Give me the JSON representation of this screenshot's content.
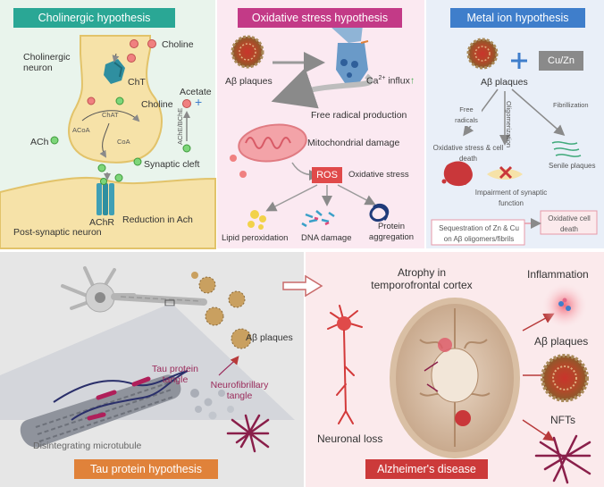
{
  "colors": {
    "cholinergic_bg": "#e9f4ec",
    "cholinergic_title": "#2aa795",
    "oxidative_bg": "#fbe9f1",
    "oxidative_title": "#c33a87",
    "metal_bg": "#e9eff8",
    "metal_title": "#3f7ecb",
    "tau_bg": "#e6e6e6",
    "tau_title": "#e0823a",
    "ad_bg": "#fbeaec",
    "ad_title": "#cc3a3a"
  },
  "cholinergic": {
    "title": "Cholinergic hypothesis",
    "neuron": "Cholinergic neuron",
    "choline_top": "Choline",
    "cht": "ChT",
    "choline_mid": "Choline",
    "acetate": "Acetate",
    "chat": "ChAT",
    "acoa": "ACoA",
    "coa": "CoA",
    "ache": "AChE/BChE",
    "ach": "ACh",
    "cleft": "Synaptic cleft",
    "achr": "AChR",
    "reduction": "Reduction in Ach",
    "post": "Post-synaptic neuron"
  },
  "oxidative": {
    "title": "Oxidative stress hypothesis",
    "plaques": "Aβ plaques",
    "ca": "Ca",
    "ca_sup": "2+",
    "ca_rest": " influx",
    "free_radical": "Free radical production",
    "mito": "Mitochondrial damage",
    "ros": "ROS",
    "oxstress": "Oxidative stress",
    "lipid": "Lipid peroxidation",
    "dna": "DNA damage",
    "protein": "Protein aggregation"
  },
  "metal": {
    "title": "Metal ion hypothesis",
    "plus": "+",
    "cuzn": "Cu/Zn",
    "plaques": "Aβ plaques",
    "free_radicals": "Free radicals",
    "oligomerization": "Oligomerization",
    "fibrillization": "Fibrillization",
    "ox_death": "Oxidative stress & cell death",
    "senile": "Senile plaques",
    "impairment": "Impairment of synaptic function",
    "sequestration": "Sequestration of Zn & Cu on Aβ oligomers/fibrils",
    "ox_cell_death": "Oxidative cell death"
  },
  "tau": {
    "title": "Tau protein hypothesis",
    "plaques": "Aβ plaques",
    "tangle": "Tau protein tangle",
    "nft": "Neurofibrillary tangle",
    "microtubule": "Disintegrating microtubule"
  },
  "ad": {
    "title": "Alzheimer's disease",
    "atrophy": "Atrophy in temporofrontal cortex",
    "inflammation": "Inflammation",
    "plaques": "Aβ plaques",
    "nfts": "NFTs",
    "neuronal_loss": "Neuronal loss"
  }
}
